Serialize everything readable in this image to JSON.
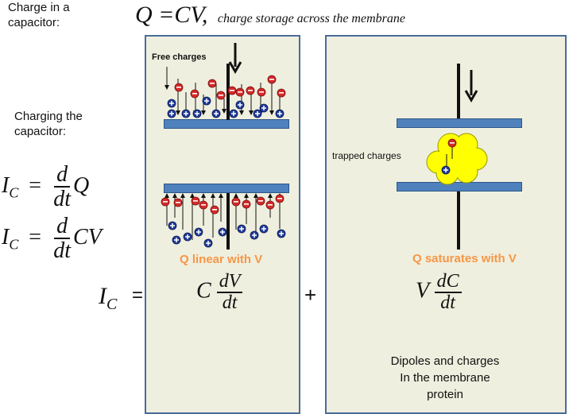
{
  "left_labels": {
    "charge_in_capacitor": "Charge in a capacitor:",
    "charging_capacitor": "Charging the capacitor:"
  },
  "header": {
    "equation": "Q =CV,",
    "caption": "charge storage across the membrane"
  },
  "equations": {
    "ic": "I",
    "ic_sub": "C",
    "eq1_num": "d",
    "eq1_den": "dt",
    "eq1_tail": "Q",
    "eq2_num": "d",
    "eq2_den": "dt",
    "eq2_tail": "CV",
    "equals": "=",
    "plus": "+"
  },
  "left_panel": {
    "free_charges_label": "Free charges",
    "linear_label": "Q linear with V",
    "term_coef": "C",
    "term_num": "dV",
    "term_den": "dt"
  },
  "right_panel": {
    "trapped_label": "trapped charges",
    "saturates_label": "Q saturates with V",
    "term_coef": "V",
    "term_num": "dC",
    "term_den": "dt",
    "description_line1": "Dipoles and charges",
    "description_line2": "In the membrane",
    "description_line3": "protein"
  },
  "colors": {
    "panel_fill": "#efefdf",
    "panel_border": "#4a6c9a",
    "plate": "#4f81bd",
    "orange_label": "#f79646",
    "cloud": "#ffff00",
    "negative_charge": "#d42a2a",
    "positive_charge": "#1f3a9a"
  }
}
